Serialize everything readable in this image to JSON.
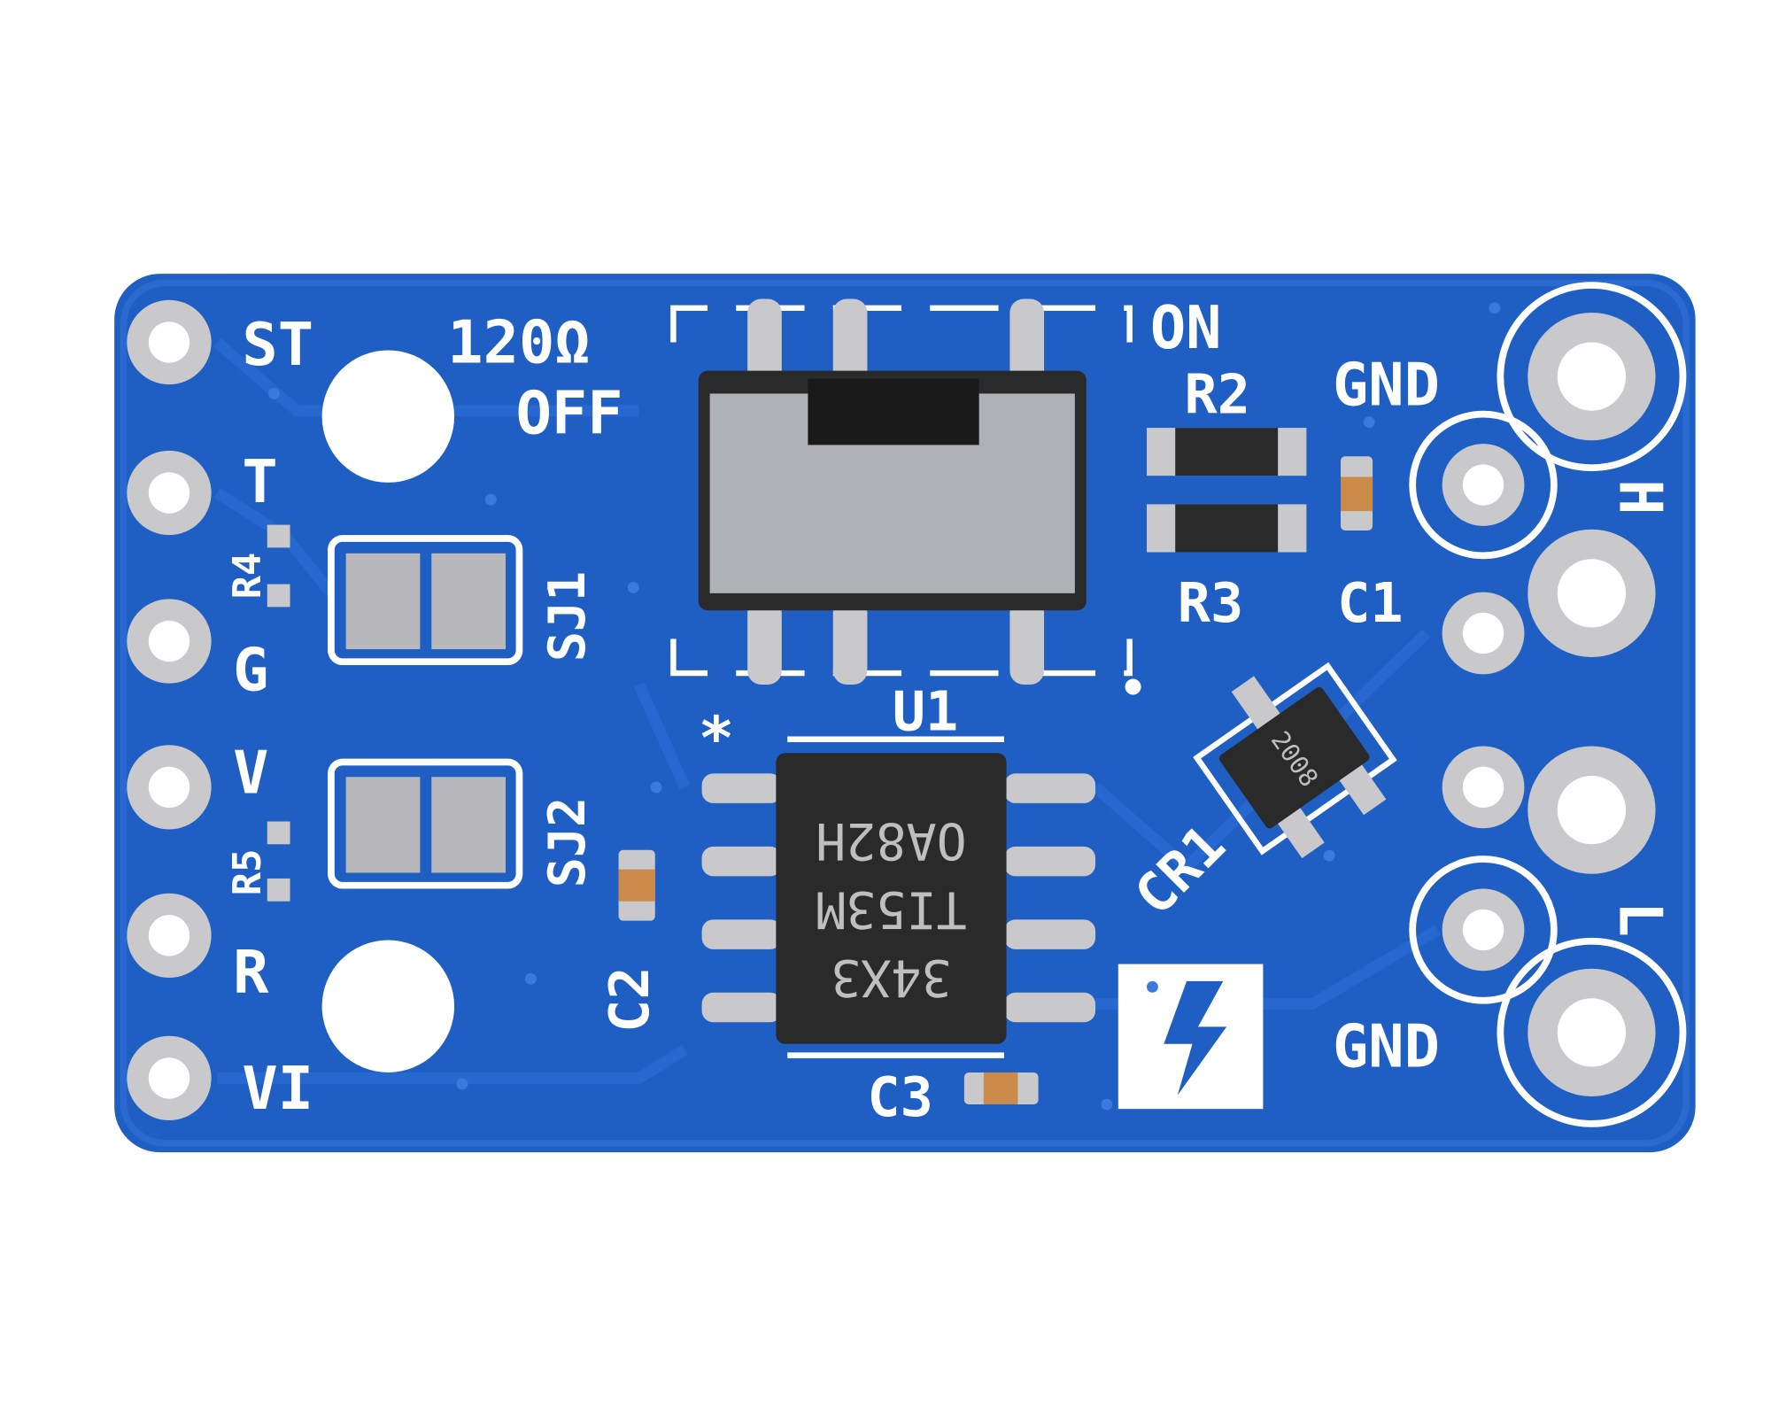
{
  "board": {
    "colors": {
      "solder_mask": "#1f5fc4",
      "silkscreen": "#ffffff",
      "pad": "#c9c9cc",
      "ic": "#2a2a2a",
      "background": "#ffffff"
    },
    "left_pins": [
      "ST",
      "T",
      "G",
      "V",
      "R",
      "VI"
    ],
    "switch_labels": {
      "value": "120Ω",
      "off": "OFF",
      "on": "ON"
    },
    "right_labels": {
      "gnd_top": "GND",
      "gnd_bottom": "GND",
      "h": "H",
      "l": "L"
    },
    "refdes": {
      "r2": "R2",
      "r3": "R3",
      "c1": "C1",
      "r4": "R4",
      "r5": "R5",
      "sj1": "SJ1",
      "sj2": "SJ2",
      "u1": "U1",
      "c2": "C2",
      "c3": "C3",
      "cr1": "CR1",
      "pin1": "*"
    },
    "ic_marking": [
      "34X3",
      "TI53M",
      "OA82H"
    ],
    "transistor_marking": "2008",
    "logo_icon": "lightning-bolt-icon"
  }
}
